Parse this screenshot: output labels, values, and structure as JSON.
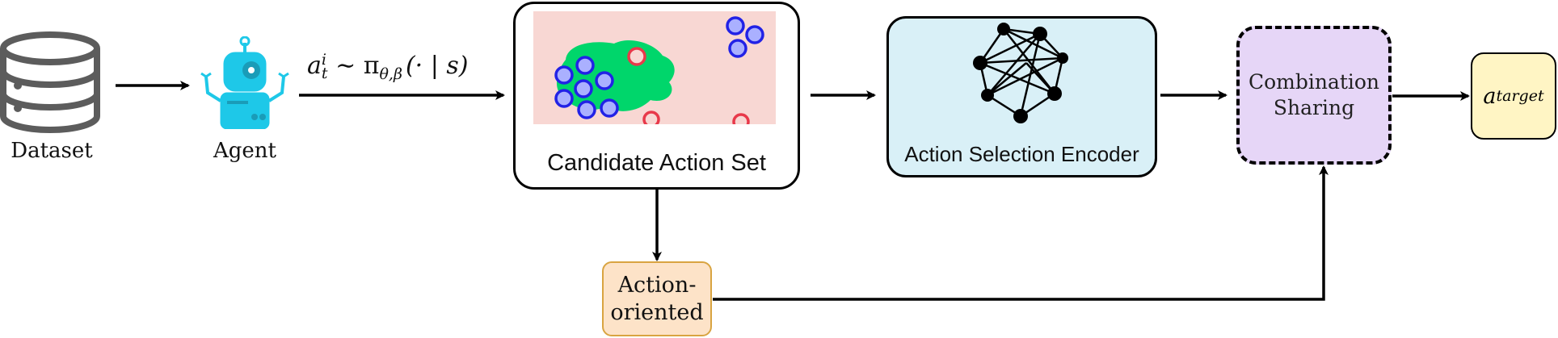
{
  "dataset": {
    "label": "Dataset"
  },
  "agent": {
    "label": "Agent"
  },
  "policy_formula": {
    "a": "a",
    "sup": "i",
    "sub": "t",
    "rest": " ∼ π",
    "pi_sub": "θ,β",
    "args": "(· | s)"
  },
  "candidate": {
    "label": "Candidate Action Set"
  },
  "encoder": {
    "label": "Action Selection Encoder"
  },
  "combination": {
    "line1": "Combination",
    "line2": "Sharing"
  },
  "target": {
    "a": "a",
    "sub": "target"
  },
  "action_oriented": {
    "line1": "Action-",
    "line2": "oriented"
  },
  "colors": {
    "candidate_bg": "#f8d7d3",
    "blob": "#00d66b",
    "blue_fill": "#aab0ff",
    "blue_stroke": "#2222e6",
    "red_fill": "#f8d7d3",
    "red_stroke": "#e8394a",
    "encoder_bg": "#d9f0f7",
    "combination_bg": "#e6d6f7",
    "target_bg": "#fff5c4",
    "action_bg": "#fde3c8",
    "action_border": "#d9a441",
    "agent": "#1ec8e8"
  }
}
